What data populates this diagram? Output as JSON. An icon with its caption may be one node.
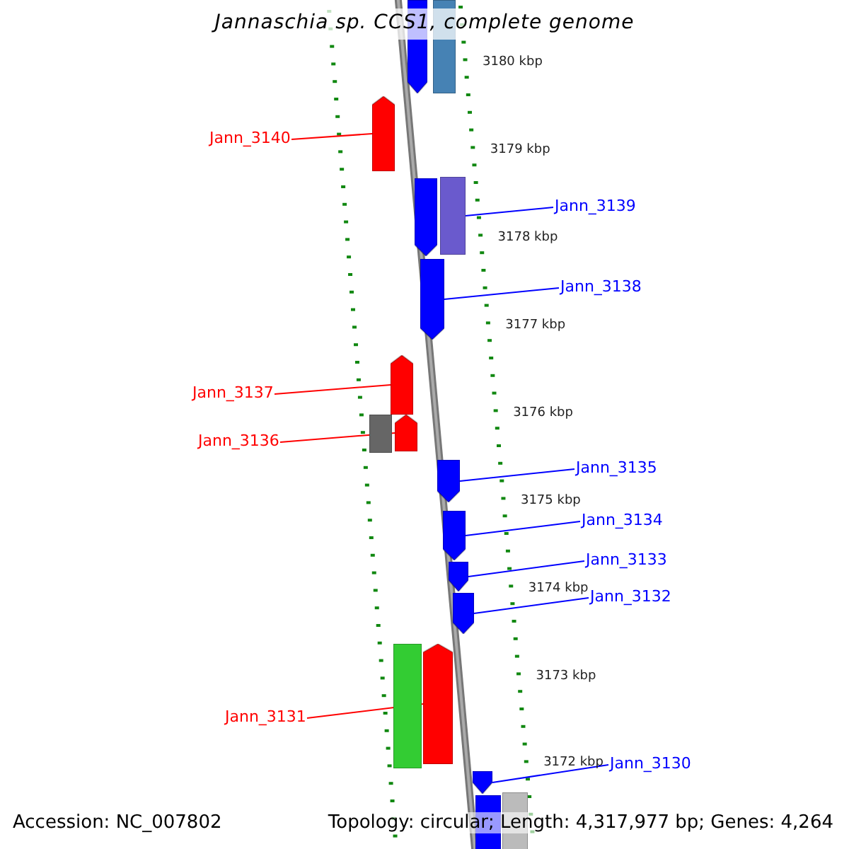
{
  "diagram": {
    "title": "Jannaschia sp. CCS1, complete genome",
    "nodes": [
      {
        "text": [],
        "shape": "bar"
      },
      {
        "text": [],
        "shape": "bar"
      },
      {
        "text": [
          "Jann_3140"
        ]
      },
      {
        "text": [],
        "shape": "bar"
      },
      {
        "text": [
          "Jann_3139"
        ]
      },
      {
        "text": [],
        "shape": "bar"
      },
      {
        "text": [],
        "shape": "bar"
      },
      {
        "text": [
          "Jann_3138"
        ]
      },
      {
        "text": [],
        "shape": "bar"
      },
      {
        "text": [
          "Jann_3137"
        ]
      },
      {
        "text": [],
        "shape": "bar"
      },
      {
        "text": [
          "Jann_3136"
        ]
      },
      {
        "text": [],
        "shape": "bar"
      },
      {
        "text": [],
        "shape": "bar"
      },
      {
        "text": [
          "Jann_3135"
        ]
      },
      {
        "text": [],
        "shape": "bar"
      },
      {
        "text": [
          "Jann_3134"
        ]
      },
      {
        "text": [],
        "shape": "bar"
      },
      {
        "text": [
          "Jann_3133"
        ]
      },
      {
        "text": [],
        "shape": "bar"
      },
      {
        "text": [
          "Jann_3132"
        ]
      },
      {
        "text": [],
        "shape": "bar"
      },
      {
        "text": [
          "Jann_3131"
        ]
      },
      {
        "text": [],
        "shape": "bar"
      },
      {
        "text": [],
        "shape": "bar"
      },
      {
        "text": [
          "Jann_3130"
        ]
      },
      {
        "text": [],
        "shape": "bar"
      },
      {
        "text": [],
        "shape": "bar"
      },
      {
        "text": [],
        "shape": "bar"
      }
    ],
    "edges": [
      {
        "from": 2,
        "to": 3,
        "arrow": "none",
        "color": "#ff0000"
      },
      {
        "from": 4,
        "to": 6,
        "arrow": "none"
      },
      {
        "from": 7,
        "to": 8,
        "arrow": "none"
      },
      {
        "from": 9,
        "to": 10,
        "arrow": "none",
        "color": "#ff0000"
      },
      {
        "from": 11,
        "to": 13,
        "arrow": "none",
        "color": "#ff0000"
      },
      {
        "from": 14,
        "to": 15,
        "arrow": "none"
      },
      {
        "from": 16,
        "to": 17,
        "arrow": "none"
      },
      {
        "from": 18,
        "to": 19,
        "arrow": "none"
      },
      {
        "from": 20,
        "to": 21,
        "arrow": "none"
      },
      {
        "from": 22,
        "to": 24,
        "arrow": "none",
        "color": "#ff0000"
      },
      {
        "from": 25,
        "to": 26,
        "arrow": "none"
      }
    ],
    "labels": [
      "3180 kbp",
      "3179 kbp",
      "3178 kbp",
      "3177 kbp",
      "3176 kbp",
      "3175 kbp",
      "3174 kbp",
      "3173 kbp",
      "3172 kbp",
      "Accession: NC_007802",
      "Topology: circular; Length: 4,317,977 bp; Genes: 4,264"
    ]
  }
}
